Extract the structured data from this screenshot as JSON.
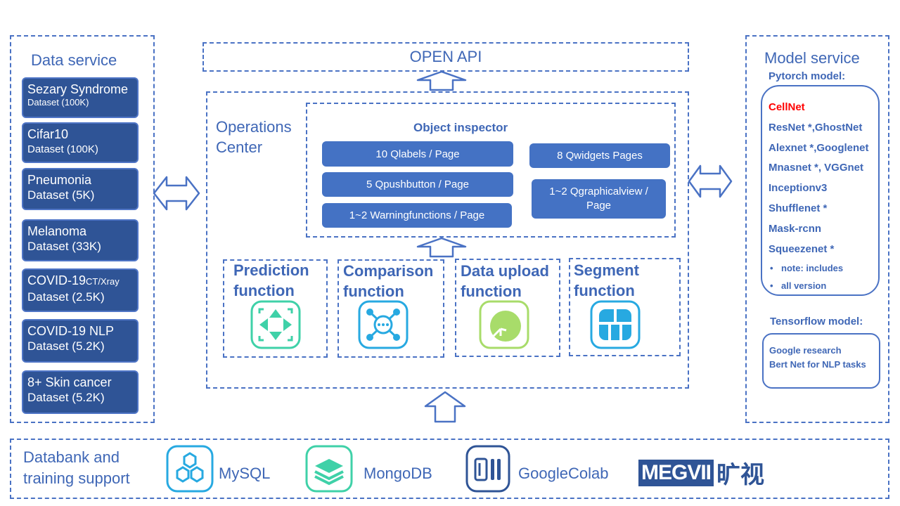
{
  "data_service": {
    "title": "Data service",
    "datasets": [
      {
        "name": "Sezary Syndrome",
        "detail": "Dataset (100K)"
      },
      {
        "name": "Cifar10",
        "detail": "Dataset (100K)"
      },
      {
        "name": "Pneumonia",
        "detail": "Dataset (5K)"
      },
      {
        "name": "Melanoma",
        "detail": "Dataset (33K)"
      },
      {
        "name": "COVID-19",
        "name_suffix": "CT/Xray",
        "detail": "Dataset (2.5K)"
      },
      {
        "name": "COVID-19 NLP",
        "detail": "Dataset (5.2K)"
      },
      {
        "name": "8+ Skin cancer",
        "detail": "Dataset (5.2K)"
      }
    ]
  },
  "open_api": {
    "label": "OPEN API"
  },
  "operations": {
    "title_line1": "Operations",
    "title_line2": "Center",
    "inspector_title": "Object inspector",
    "items": [
      "10 Qlabels  / Page",
      "5 Qpushbutton  / Page",
      "1~2 Warningfunctions  / Page",
      "8 Qwidgets Pages",
      "1~2 Qgraphicalview  /",
      "Page"
    ],
    "functions": [
      {
        "line1": "Prediction",
        "line2": "function",
        "icon": "diamond-arrows-icon"
      },
      {
        "line1": "Comparison",
        "line2": "function",
        "icon": "network-nodes-icon"
      },
      {
        "line1": "Data upload",
        "line2": "function",
        "icon": "cloud-upload-icon"
      },
      {
        "line1": "Segment",
        "line2": "function",
        "icon": "grid-segment-icon"
      }
    ]
  },
  "model_service": {
    "title": "Model service",
    "pytorch_label": "Pytorch model:",
    "pytorch_models": [
      {
        "name": "CellNet",
        "color": "#ff0000"
      },
      {
        "name": "ResNet *,GhostNet"
      },
      {
        "name": "Alexnet *,Googlenet"
      },
      {
        "name": "Mnasnet *, VGGnet"
      },
      {
        "name": "Inceptionv3"
      },
      {
        "name": "Shufflenet *"
      },
      {
        "name": "Mask-rcnn"
      },
      {
        "name": "Squeezenet *"
      }
    ],
    "notes": [
      "note: includes",
      "all version"
    ],
    "tensorflow_label": "Tensorflow  model:",
    "tensorflow_lines": [
      "Google research",
      "Bert Net for NLP tasks"
    ]
  },
  "databank": {
    "title_line1": "Databank and",
    "title_line2": "training support",
    "items": [
      {
        "label": "MySQL",
        "icon": "hexagon-cluster-icon"
      },
      {
        "label": "MongoDB",
        "icon": "stack-layers-icon"
      },
      {
        "label": "GoogleColab",
        "icon": "colab-bars-icon"
      }
    ],
    "logo_latin": "MEGVII",
    "logo_cjk": "旷视"
  },
  "colors": {
    "accent": "#4472c4",
    "dark": "#2f5496",
    "text": "#3f67b6"
  }
}
